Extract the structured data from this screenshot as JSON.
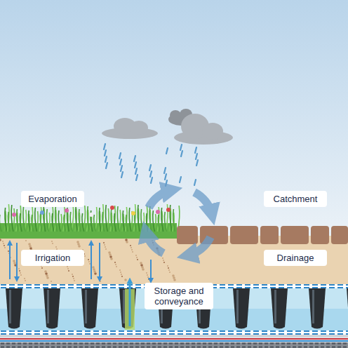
{
  "diagram": {
    "nodes": [
      {
        "text": [
          "Evaporation"
        ]
      },
      {
        "text": [
          "Catchment"
        ]
      },
      {
        "text": [
          "Irrigation"
        ]
      },
      {
        "text": [
          "Drainage"
        ]
      },
      {
        "text": [
          "Storage and conveyance"
        ]
      }
    ]
  }
}
